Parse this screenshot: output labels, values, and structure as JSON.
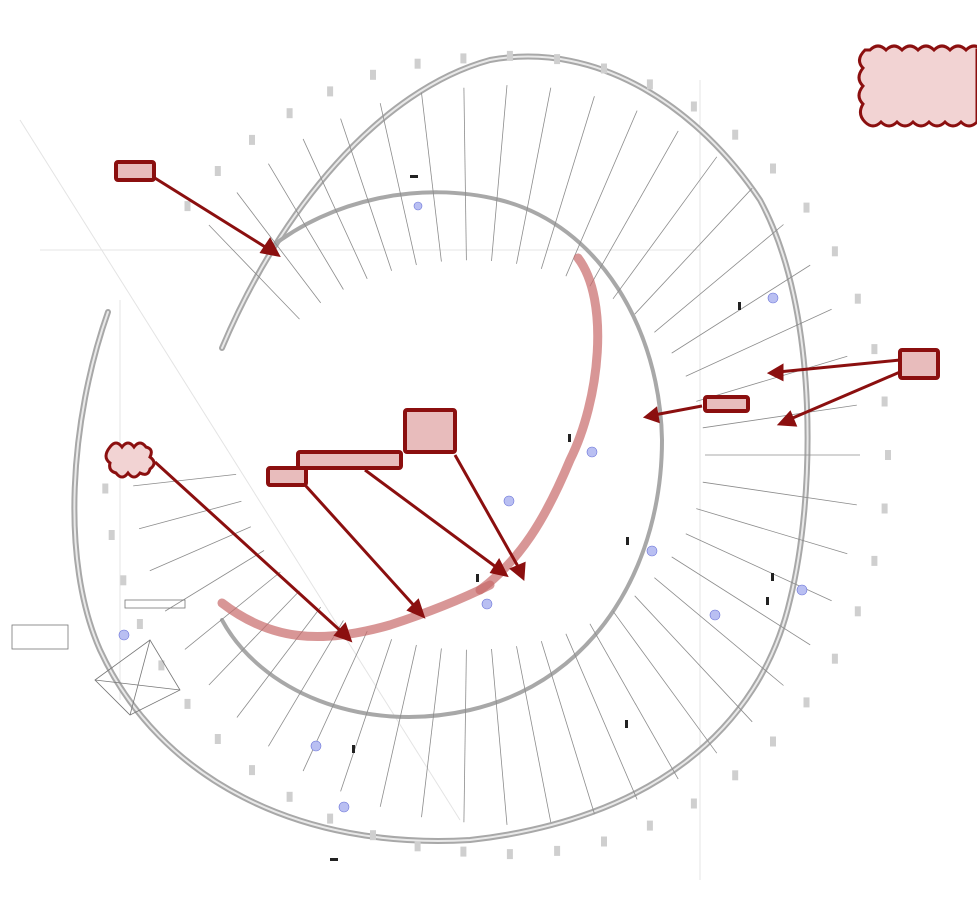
{
  "drawing": {
    "background": "#ffffff",
    "line_color": "#9a9a9a",
    "markup_color": "#8b0f0f",
    "markup_fill": "#e8bcbc",
    "highlight_color": "#c86a6a"
  },
  "annotations": {
    "cloud_note_text": "",
    "callout_top_left": "",
    "callout_center_large": "",
    "callout_center_wide": "",
    "callout_center_small": "",
    "callout_right_upper": "",
    "callout_right_mid": "",
    "cloud_left": ""
  },
  "legend_glyphs": {
    "revision_cloud": "cloud-shape",
    "callout": "rectangle-with-arrow",
    "highlight": "translucent-polyline"
  }
}
